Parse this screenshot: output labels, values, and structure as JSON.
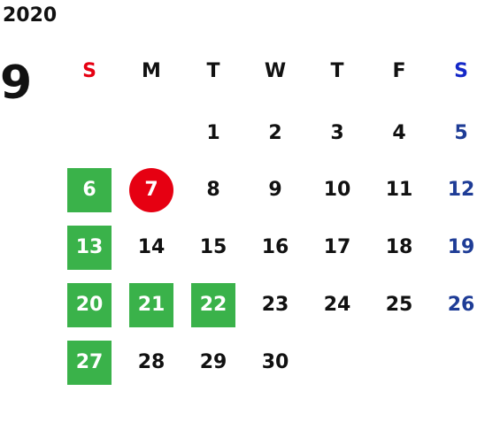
{
  "calendar": {
    "year": "2020",
    "month": "9",
    "weekdays": [
      "S",
      "M",
      "T",
      "W",
      "T",
      "F",
      "S"
    ],
    "colors": {
      "default_text": "#111111",
      "sunday_header": "#e60012",
      "saturday_header": "#1428c8",
      "saturday_day": "#1e3c96",
      "green_highlight": "#3ab24a",
      "red_highlight": "#e60012",
      "highlight_text": "#ffffff"
    },
    "weeks": [
      [
        {
          "day": "",
          "style": "plain"
        },
        {
          "day": "",
          "style": "plain"
        },
        {
          "day": "1",
          "style": "plain"
        },
        {
          "day": "2",
          "style": "plain"
        },
        {
          "day": "3",
          "style": "plain"
        },
        {
          "day": "4",
          "style": "plain"
        },
        {
          "day": "5",
          "style": "saturday"
        }
      ],
      [
        {
          "day": "6",
          "style": "green"
        },
        {
          "day": "7",
          "style": "red"
        },
        {
          "day": "8",
          "style": "plain"
        },
        {
          "day": "9",
          "style": "plain"
        },
        {
          "day": "10",
          "style": "plain"
        },
        {
          "day": "11",
          "style": "plain"
        },
        {
          "day": "12",
          "style": "saturday"
        }
      ],
      [
        {
          "day": "13",
          "style": "green"
        },
        {
          "day": "14",
          "style": "plain"
        },
        {
          "day": "15",
          "style": "plain"
        },
        {
          "day": "16",
          "style": "plain"
        },
        {
          "day": "17",
          "style": "plain"
        },
        {
          "day": "18",
          "style": "plain"
        },
        {
          "day": "19",
          "style": "saturday"
        }
      ],
      [
        {
          "day": "20",
          "style": "green"
        },
        {
          "day": "21",
          "style": "green"
        },
        {
          "day": "22",
          "style": "green"
        },
        {
          "day": "23",
          "style": "plain"
        },
        {
          "day": "24",
          "style": "plain"
        },
        {
          "day": "25",
          "style": "plain"
        },
        {
          "day": "26",
          "style": "saturday"
        }
      ],
      [
        {
          "day": "27",
          "style": "green"
        },
        {
          "day": "28",
          "style": "plain"
        },
        {
          "day": "29",
          "style": "plain"
        },
        {
          "day": "30",
          "style": "plain"
        },
        {
          "day": "",
          "style": "plain"
        },
        {
          "day": "",
          "style": "plain"
        },
        {
          "day": "",
          "style": "plain"
        }
      ]
    ]
  }
}
